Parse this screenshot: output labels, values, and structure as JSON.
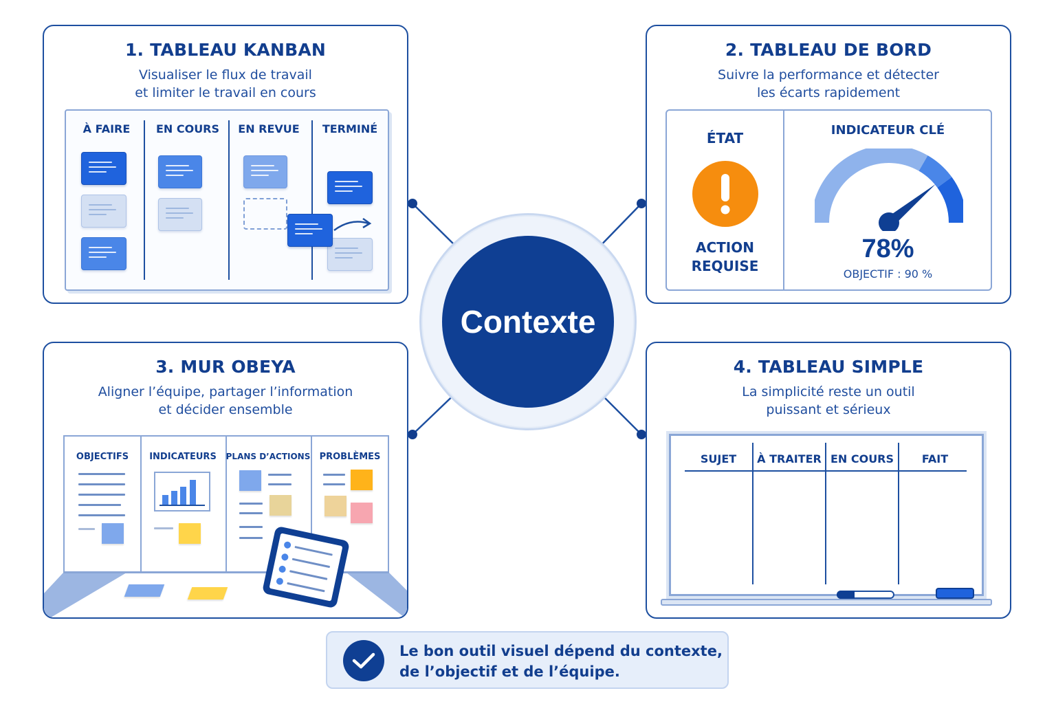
{
  "center": {
    "label": "Contexte"
  },
  "kanban": {
    "title": "1. TABLEAU KANBAN",
    "subtitle_line1": "Visualiser le flux de travail",
    "subtitle_line2": "et limiter le travail en cours",
    "columns": [
      "À FAIRE",
      "EN COURS",
      "EN REVUE",
      "TERMINÉ"
    ]
  },
  "dashboard": {
    "title": "2. TABLEAU DE BORD",
    "subtitle_line1": "Suivre la performance et détecter",
    "subtitle_line2": "les écarts rapidement",
    "state_label": "ÉTAT",
    "status_line1": "ACTION",
    "status_line2": "REQUISE",
    "indicator_label": "INDICATEUR CLÉ",
    "value": "78%",
    "value_fraction": 0.78,
    "target": "OBJECTIF : 90 %",
    "colors": {
      "alert": "#f68d0e",
      "gauge_light": "#8fb3ec",
      "gauge_mid": "#4a86e8",
      "gauge_dark": "#1f63dd"
    }
  },
  "obeya": {
    "title": "3. MUR OBEYA",
    "subtitle_line1": "Aligner l’équipe, partager l’information",
    "subtitle_line2": "et décider ensemble",
    "columns": [
      "OBJECTIFS",
      "INDICATEURS",
      "PLANS D’ACTIONS",
      "PROBLÈMES"
    ]
  },
  "simple": {
    "title": "4. TABLEAU SIMPLE",
    "subtitle_line1": "La simplicité reste un outil",
    "subtitle_line2": "puissant et sérieux",
    "columns": [
      "SUJET",
      "À TRAITER",
      "EN COURS",
      "FAIT"
    ]
  },
  "footer": {
    "line1": "Le bon outil visuel dépend du contexte,",
    "line2": "de l’objectif et de l’équipe.",
    "icon": "check-icon"
  }
}
